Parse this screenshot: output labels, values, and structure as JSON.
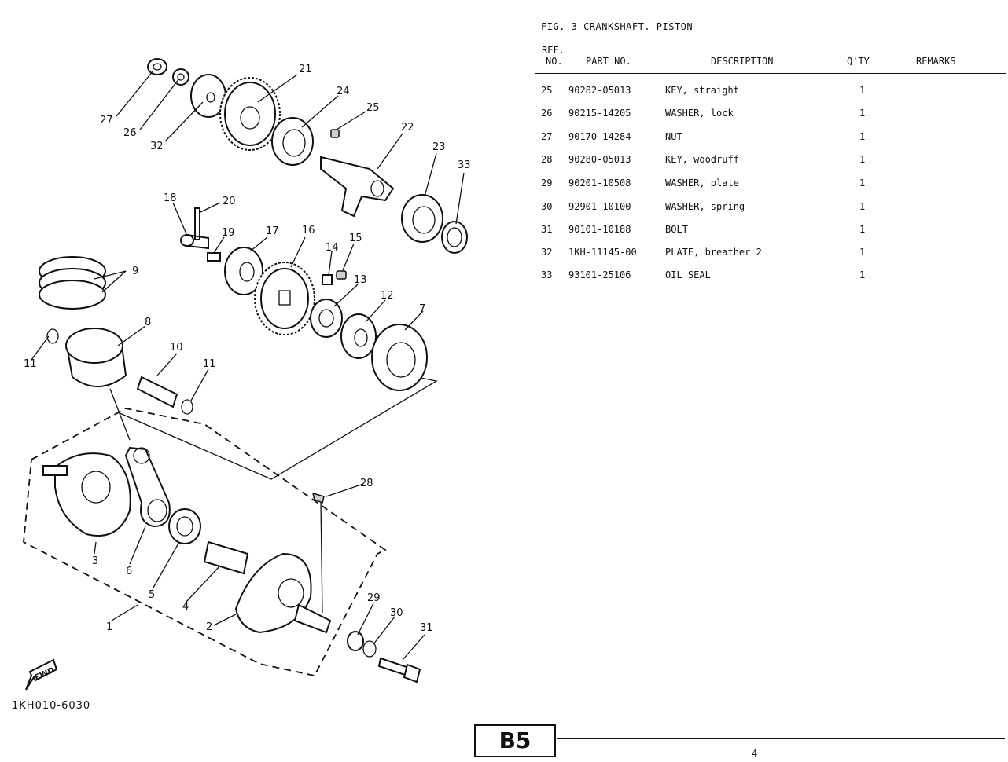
{
  "figure": {
    "title": "FIG.  3  CRANKSHAFT. PISTON"
  },
  "table": {
    "headers": {
      "ref_no": [
        "REF.",
        "NO."
      ],
      "part_no": "PART NO.",
      "description": "DESCRIPTION",
      "qty": "Q'TY",
      "remarks": "REMARKS"
    },
    "rows": [
      {
        "ref": "25",
        "part": "90282-05013",
        "desc": "KEY, straight",
        "qty": "1",
        "remarks": ""
      },
      {
        "ref": "26",
        "part": "90215-14205",
        "desc": "WASHER, lock",
        "qty": "1",
        "remarks": ""
      },
      {
        "ref": "27",
        "part": "90170-14284",
        "desc": "NUT",
        "qty": "1",
        "remarks": ""
      },
      {
        "ref": "28",
        "part": "90280-05013",
        "desc": "KEY, woodruff",
        "qty": "1",
        "remarks": ""
      },
      {
        "ref": "29",
        "part": "90201-10508",
        "desc": "WASHER, plate",
        "qty": "1",
        "remarks": ""
      },
      {
        "ref": "30",
        "part": "92901-10100",
        "desc": "WASHER, spring",
        "qty": "1",
        "remarks": ""
      },
      {
        "ref": "31",
        "part": "90101-10188",
        "desc": "BOLT",
        "qty": "1",
        "remarks": ""
      },
      {
        "ref": "32",
        "part": "1KH-11145-00",
        "desc": "PLATE, breather 2",
        "qty": "1",
        "remarks": ""
      },
      {
        "ref": "33",
        "part": "93101-25106",
        "desc": "OIL SEAL",
        "qty": "1",
        "remarks": ""
      }
    ]
  },
  "diagram": {
    "callouts": [
      "27",
      "26",
      "32",
      "21",
      "24",
      "25",
      "22",
      "23",
      "33",
      "18",
      "20",
      "19",
      "17",
      "16",
      "14",
      "15",
      "9",
      "13",
      "12",
      "7",
      "8",
      "11",
      "10",
      "11",
      "28",
      "3",
      "6",
      "5",
      "4",
      "2",
      "1",
      "29",
      "30",
      "31"
    ],
    "fwd_label": "FWD",
    "drawing_code": "1KH010-6030"
  },
  "footer": {
    "section_box": "B5",
    "page_number": "4"
  }
}
